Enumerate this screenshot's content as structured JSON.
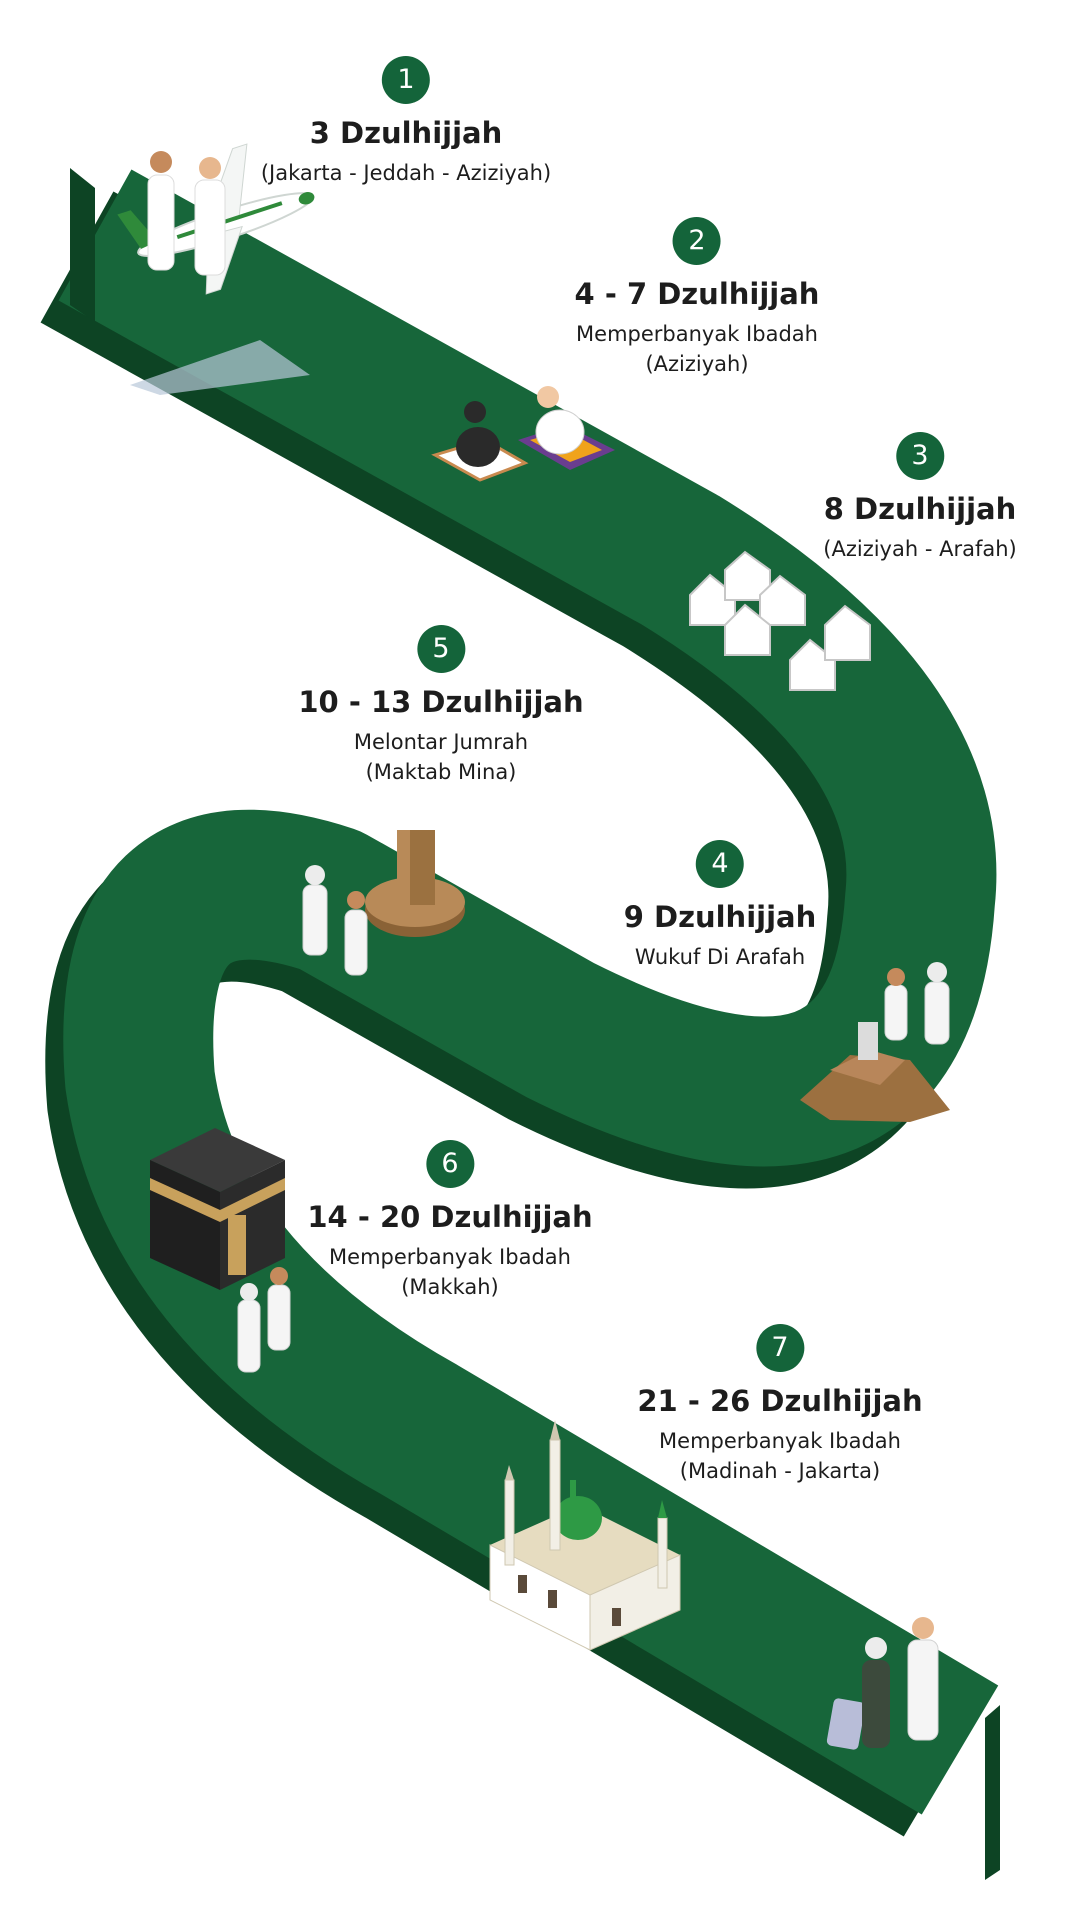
{
  "colors": {
    "road_top": "#17663a",
    "road_side": "#0d4424",
    "badge": "#14643a",
    "text": "#1d1d1d"
  },
  "steps": [
    {
      "number": "1",
      "date": "3 Dzulhijjah",
      "line1": "(Jakarta - Jeddah - Aziziyah)",
      "line2": ""
    },
    {
      "number": "2",
      "date": "4 - 7 Dzulhijjah",
      "line1": "Memperbanyak Ibadah",
      "line2": "(Aziziyah)"
    },
    {
      "number": "3",
      "date": "8 Dzulhijjah",
      "line1": "(Aziziyah - Arafah)",
      "line2": ""
    },
    {
      "number": "4",
      "date": "9 Dzulhijjah",
      "line1": "Wukuf Di Arafah",
      "line2": ""
    },
    {
      "number": "5",
      "date": "10 - 13 Dzulhijjah",
      "line1": "Melontar Jumrah",
      "line2": "(Maktab Mina)"
    },
    {
      "number": "6",
      "date": "14 - 20 Dzulhijjah",
      "line1": "Memperbanyak Ibadah",
      "line2": "(Makkah)"
    },
    {
      "number": "7",
      "date": "21 - 26 Dzulhijjah",
      "line1": "Memperbanyak Ibadah",
      "line2": "(Madinah - Jakarta)"
    }
  ],
  "illustrations": [
    "airplane-icon",
    "pilgrims-icon",
    "prayer-mat-icon",
    "tents-icon",
    "jumrah-pillar-icon",
    "arafah-hill-icon",
    "kaaba-icon",
    "mosque-icon",
    "travelers-icon"
  ]
}
